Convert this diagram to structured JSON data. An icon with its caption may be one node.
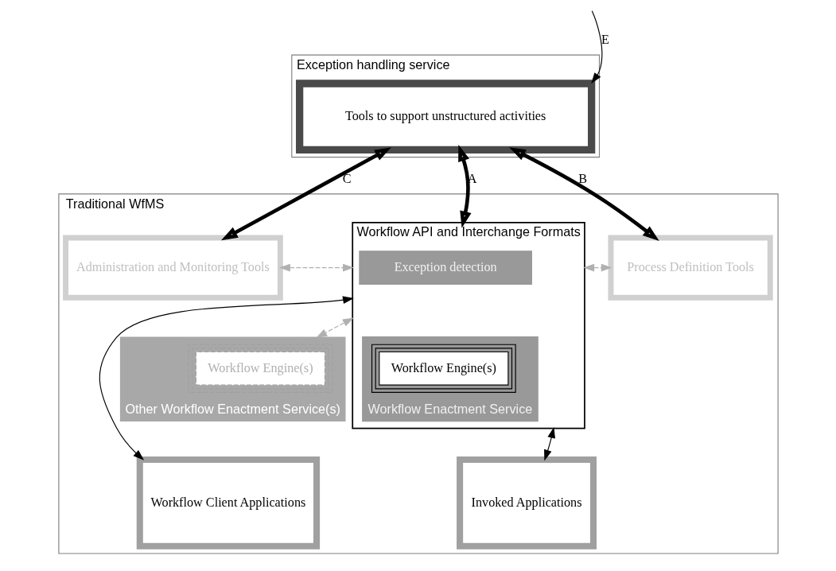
{
  "diagram": {
    "nodes": [
      {
        "text": [
          "Exception handling service"
        ]
      },
      {
        "text": [
          "Tools to support unstructured activities"
        ],
        "in": 0
      },
      {
        "text": [
          "Traditional WfMS"
        ]
      },
      {
        "text": [
          "Administration and Monitoring Tools"
        ],
        "in": 2
      },
      {
        "text": [
          "Workflow API and Interchange Formats"
        ],
        "in": 2
      },
      {
        "text": [
          "Exception detection"
        ],
        "in": 4
      },
      {
        "text": [
          "Workflow Enactment Service"
        ],
        "in": 4
      },
      {
        "text": [
          "Workflow Engine(s)"
        ],
        "in": 6
      },
      {
        "text": [
          "Process Definition Tools"
        ],
        "in": 2
      },
      {
        "text": [
          "Other Workflow Enactment Service(s)"
        ],
        "in": 2
      },
      {
        "text": [
          "Workflow Engine(s)"
        ],
        "in": 9
      },
      {
        "text": [
          "Workflow Client Applications"
        ],
        "in": 2
      },
      {
        "text": [
          "Invoked Applications"
        ],
        "in": 2
      }
    ],
    "edges": [
      {
        "from": null,
        "to": 1,
        "arrow": "to",
        "label": "E"
      },
      {
        "from": 1,
        "to": 3,
        "arrow": "both",
        "label": "C",
        "style": "thick"
      },
      {
        "from": 1,
        "to": 4,
        "arrow": "both",
        "label": "A",
        "style": "thick"
      },
      {
        "from": 1,
        "to": 8,
        "arrow": "both",
        "label": "B",
        "style": "thick"
      },
      {
        "from": 3,
        "to": 4,
        "arrow": "both",
        "style": "dashed",
        "color": "#b0b0b0"
      },
      {
        "from": 4,
        "to": 8,
        "arrow": "both",
        "style": "dashed",
        "color": "#b0b0b0"
      },
      {
        "from": 4,
        "to": 9,
        "arrow": "both",
        "style": "dashed",
        "color": "#b0b0b0"
      },
      {
        "from": 4,
        "to": 11,
        "arrow": "both"
      },
      {
        "from": 4,
        "to": 12,
        "arrow": "both"
      }
    ]
  }
}
